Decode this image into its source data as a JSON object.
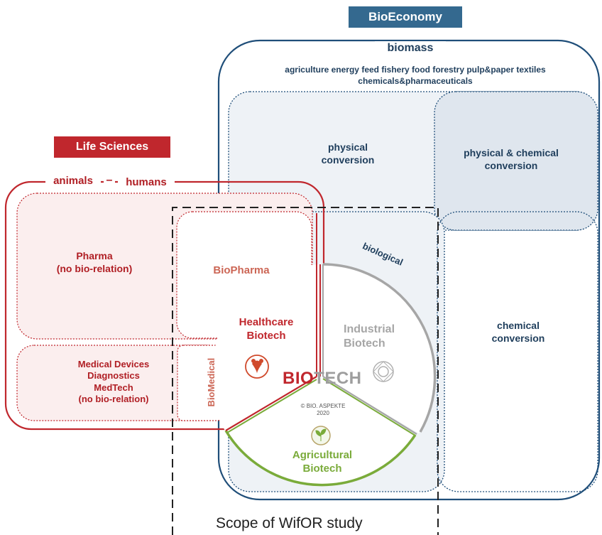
{
  "headers": {
    "bioeconomy": "BioEconomy",
    "life_sciences": "Life Sciences"
  },
  "bioeconomy": {
    "biomass": "biomass",
    "sectors_line1": "agriculture energy feed fishery food forestry pulp&paper textiles",
    "sectors_line2": "chemicals&pharmaceuticals",
    "physical_conversion": "physical\nconversion",
    "physical_chemical_conversion": "physical & chemical\nconversion",
    "biological": "biological",
    "chemical_conversion": "chemical\nconversion"
  },
  "life_sciences": {
    "animals": "animals",
    "humans": "humans",
    "pharma": "Pharma\n(no bio-relation)",
    "medical": "Medical Devices\nDiagnostics\nMedTech\n(no bio-relation)",
    "biopharma": "BioPharma",
    "biomedical": "BioMedical"
  },
  "biotech": {
    "healthcare": "Healthcare\nBiotech",
    "industrial": "Industrial\nBiotech",
    "agricultural": "Agricultural\nBiotech",
    "word_part1": "BIO",
    "word_part2": "TECH",
    "copyright": "© BIO. ASPEKTE\n2020"
  },
  "scope": "Scope of WifOR study",
  "colors": {
    "navy": "#1f4e79",
    "red": "#c0272d",
    "gray": "#a6a6a6",
    "green": "#7aab3a",
    "healthcare_red": "#c0392b"
  },
  "icons": [
    "healthcare-icon",
    "industrial-icon",
    "agricultural-icon"
  ]
}
